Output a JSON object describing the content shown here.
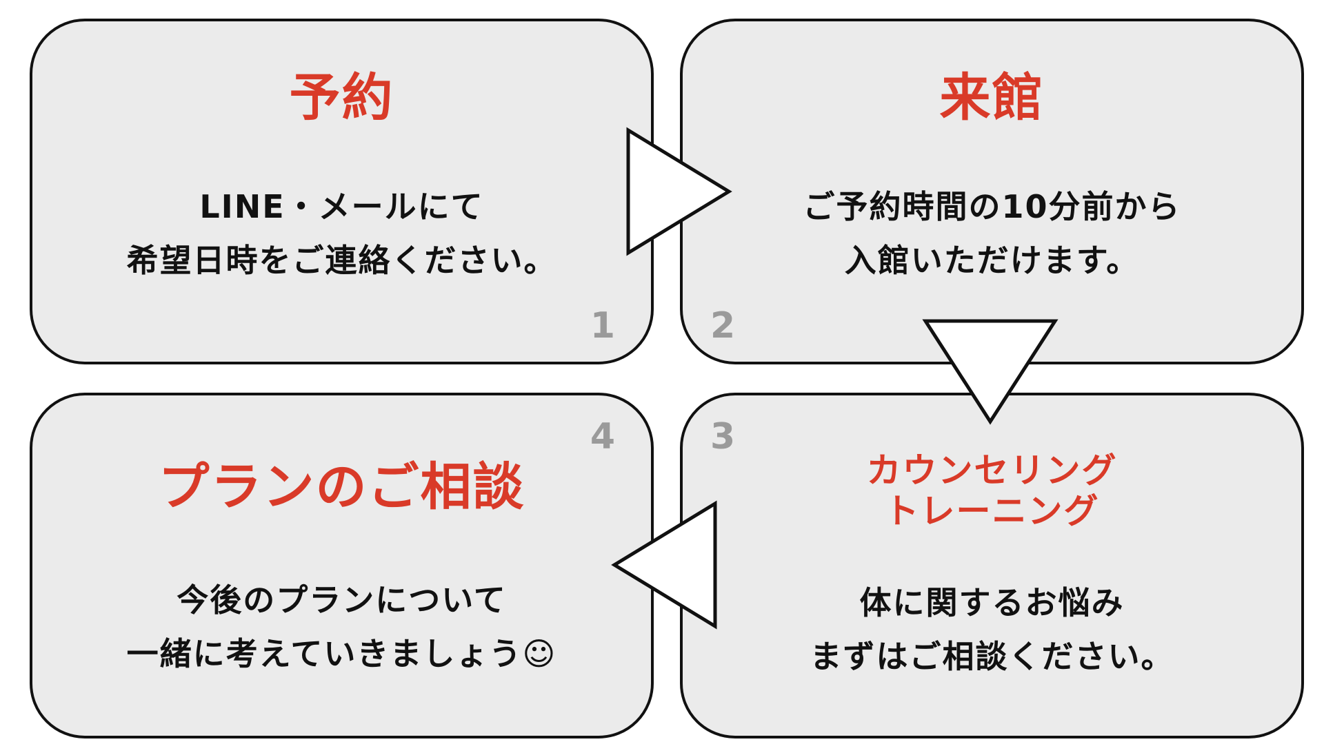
{
  "steps": [
    {
      "number": "1",
      "title": "予約",
      "lines": [
        "LINE・メールにて",
        "希望日時をご連絡ください。"
      ]
    },
    {
      "number": "2",
      "title": "来館",
      "lines": [
        "ご予約時間の10分前から",
        "入館いただけます。"
      ]
    },
    {
      "number": "3",
      "title_lines": [
        "カウンセリング",
        "トレーニング"
      ],
      "lines": [
        "体に関するお悩み",
        "まずはご相談ください。"
      ]
    },
    {
      "number": "4",
      "title": "プランのご相談",
      "lines": [
        "今後のプランについて",
        "一緒に考えていきましょう☺"
      ]
    }
  ],
  "arrows": [
    {
      "direction": "right",
      "from": "1",
      "to": "2"
    },
    {
      "direction": "down",
      "from": "2",
      "to": "3"
    },
    {
      "direction": "left",
      "from": "3",
      "to": "4"
    }
  ],
  "colors": {
    "title": "#d93a28",
    "box_fill": "#ebebeb",
    "border": "#111111",
    "number": "#9a9a9a",
    "text": "#111111"
  }
}
